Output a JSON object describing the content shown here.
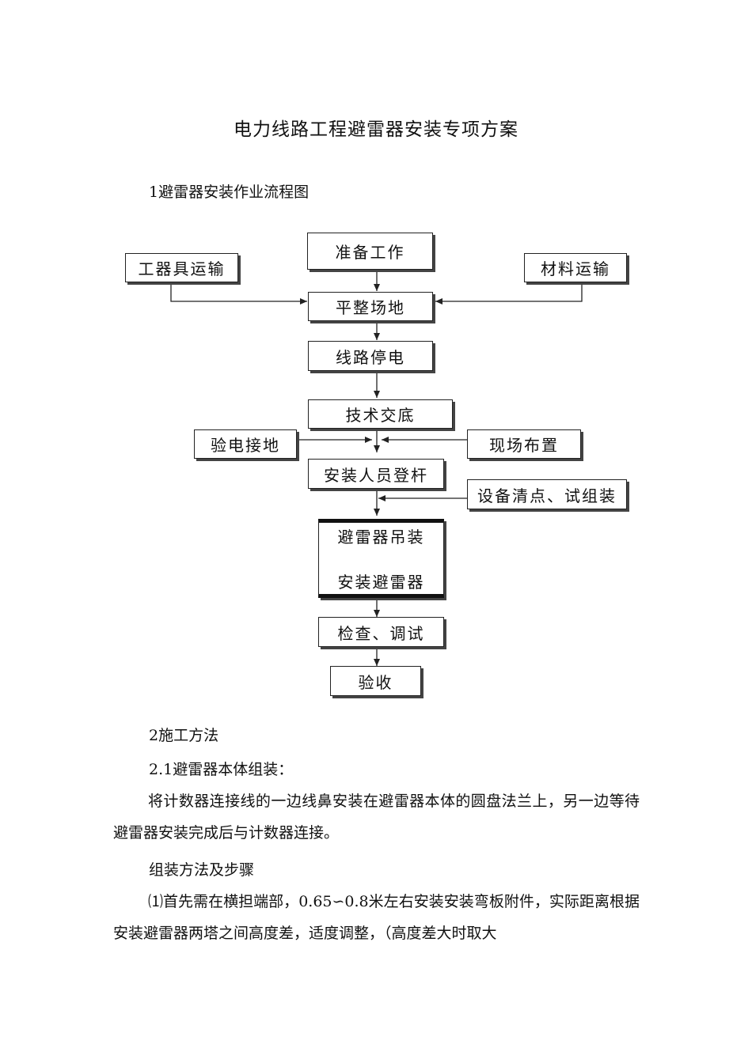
{
  "document": {
    "title": "电力线路工程避雷器安装专项方案",
    "section1": "1避雷器安装作业流程图",
    "section2": "2施工方法",
    "section2_1": "2.1避雷器本体组装：",
    "para1": "将计数器连接线的一边线鼻安装在避雷器本体的圆盘法兰上，另一边等待避雷器安装完成后与计数器连接。",
    "subhead": "组装方法及步骤",
    "para2": "⑴首先需在横担端部，0.65∽0.8米左右安装安装弯板附件，实际距离根据安装避雷器两塔之间高度差，适度调整，（高度差大时取大"
  },
  "flow": {
    "prepare": "准备工作",
    "tools": "工器具运输",
    "materials": "材料运输",
    "level_site": "平整场地",
    "power_off": "线路停电",
    "tech_brief": "技术交底",
    "test_ground": "验电接地",
    "site_layout": "现场布置",
    "climb": "安装人员登杆",
    "equip_check": "设备清点、试组装",
    "hoist": "避雷器吊装",
    "install": "安装避雷器",
    "inspect": "检查、调试",
    "accept": "验收"
  }
}
